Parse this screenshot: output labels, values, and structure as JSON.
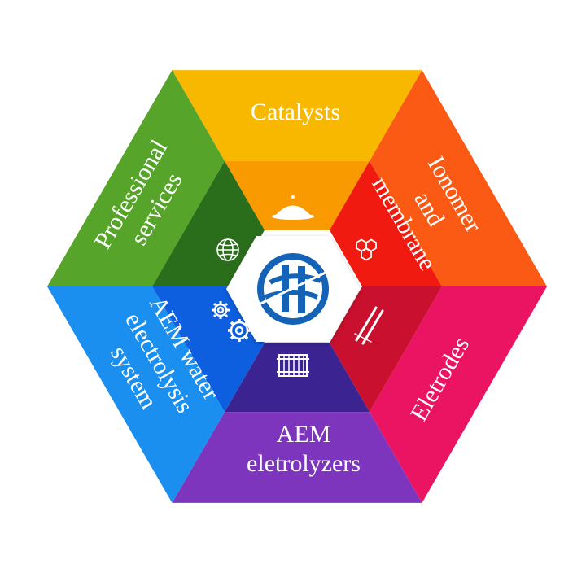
{
  "segments": [
    {
      "id": "catalysts",
      "lines": [
        "Catalysts"
      ],
      "outer_color": "#f9b800",
      "inner_color": "#f99a00",
      "icon": "powder-pile-icon"
    },
    {
      "id": "ionomer",
      "lines": [
        "Ionomer",
        "and",
        "membrane"
      ],
      "outer_color": "#fa5a14",
      "inner_color": "#f01a10",
      "icon": "hexagon-cluster-icon"
    },
    {
      "id": "electrodes",
      "lines": [
        "Eletrodes"
      ],
      "outer_color": "#ea1462",
      "inner_color": "#c9102e",
      "icon": "electrode-tubes-icon"
    },
    {
      "id": "electrolyzers",
      "lines": [
        "AEM",
        "eletrolyzers"
      ],
      "outer_color": "#7d35be",
      "inner_color": "#3b2491",
      "icon": "stack-cell-icon"
    },
    {
      "id": "system",
      "lines": [
        "AEM water",
        "electrolysis",
        "system"
      ],
      "outer_color": "#1b8ff0",
      "inner_color": "#0e5fe0",
      "icon": "gears-icon"
    },
    {
      "id": "services",
      "lines": [
        "Professional",
        "services"
      ],
      "outer_color": "#56a52a",
      "inner_color": "#2a6e1c",
      "icon": "globe-icon"
    }
  ],
  "center": {
    "icon": "company-logo-icon",
    "color": "#1563b6"
  }
}
